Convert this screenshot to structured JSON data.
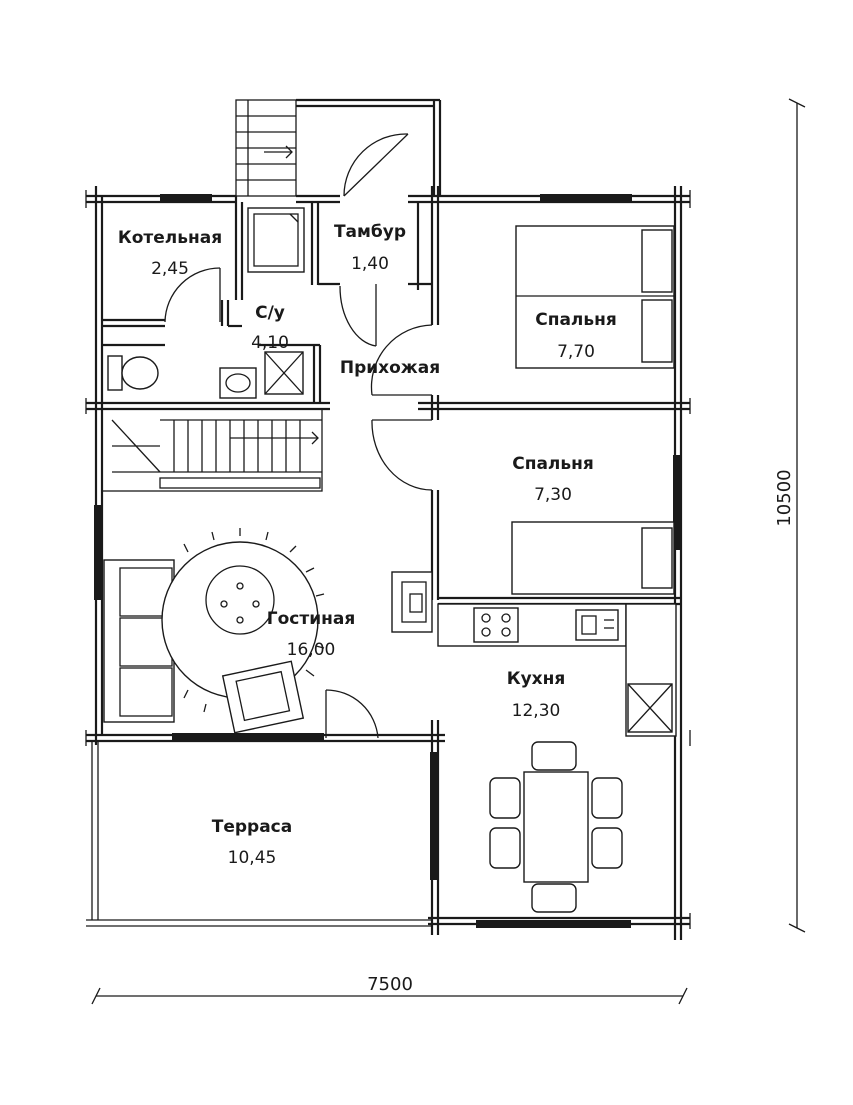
{
  "rooms": {
    "boiler": {
      "name": "Котельная",
      "area": "2,45"
    },
    "vestibule": {
      "name": "Тамбур",
      "area": "1,40"
    },
    "wc": {
      "name": "С/у",
      "area": "4,10"
    },
    "hall": {
      "name": "Прихожая",
      "area": ""
    },
    "bedroom1": {
      "name": "Спальня",
      "area": "7,70"
    },
    "bedroom2": {
      "name": "Спальня",
      "area": "7,30"
    },
    "living": {
      "name": "Гостиная",
      "area": "16,00"
    },
    "kitchen": {
      "name": "Кухня",
      "area": "12,30"
    },
    "terrace": {
      "name": "Терраса",
      "area": "10,45"
    }
  },
  "dimensions": {
    "width": "7500",
    "height": "10500"
  },
  "colors": {
    "line": "#1a1a1a",
    "background": "#ffffff"
  }
}
